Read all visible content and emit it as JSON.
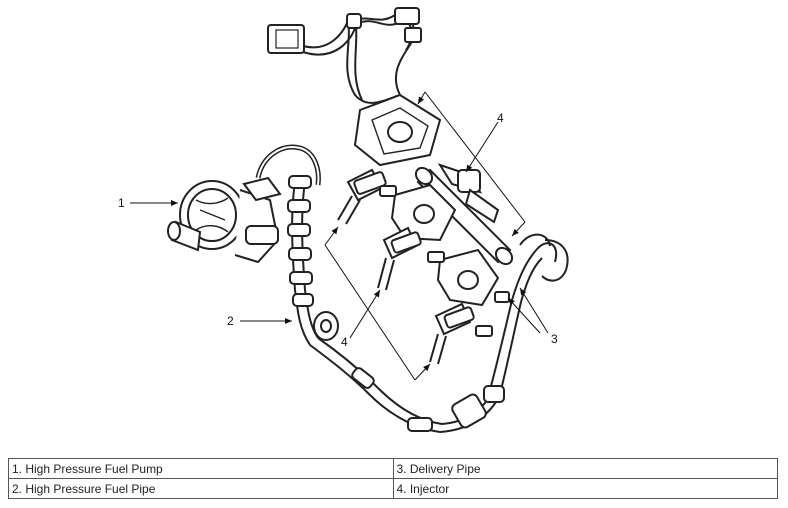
{
  "callouts": [
    {
      "id": "1",
      "text": "1"
    },
    {
      "id": "2",
      "text": "2"
    },
    {
      "id": "3",
      "text": "3"
    },
    {
      "id": "4a",
      "text": "4"
    },
    {
      "id": "4b",
      "text": "4"
    }
  ],
  "legend": {
    "rows": [
      [
        "1. High Pressure Fuel Pump",
        "3. Delivery Pipe"
      ],
      [
        "2. High Pressure Fuel Pipe",
        "4. Injector"
      ]
    ]
  }
}
